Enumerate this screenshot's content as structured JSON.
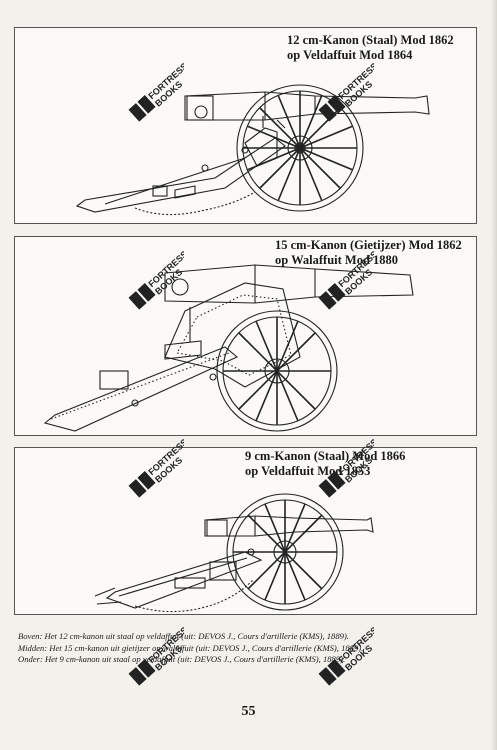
{
  "figures": [
    {
      "title_line1": "12 cm-Kanon (Staal) Mod 1862",
      "title_line2": "op Veldaffuit Mod 1864"
    },
    {
      "title_line1": "15 cm-Kanon (Gietijzer) Mod 1862",
      "title_line2": "op Walaffuit Mod 1880"
    },
    {
      "title_line1": "9 cm-Kanon (Staal) Mod 1866",
      "title_line2": "op Veldaffuit Mod 1853"
    }
  ],
  "watermark": {
    "line1": "FORTRESS",
    "line2": "BOOKS"
  },
  "caption": {
    "line1": "Boven: Het 12 cm-kanon uit staal op veldaffuit (uit: DEVOS J., Cours d'artillerie (KMS), 1889).",
    "line2": "Midden: Het 15 cm-kanon uit gietijzer op walaffuit (uit: DEVOS J., Cours d'artillerie (KMS), 1889).",
    "line3": "Onder: Het 9 cm-kanon uit staal op veldaffuit (uit: DEVOS J., Cours d'artillerie (KMS), 1889)."
  },
  "page_number": "55"
}
